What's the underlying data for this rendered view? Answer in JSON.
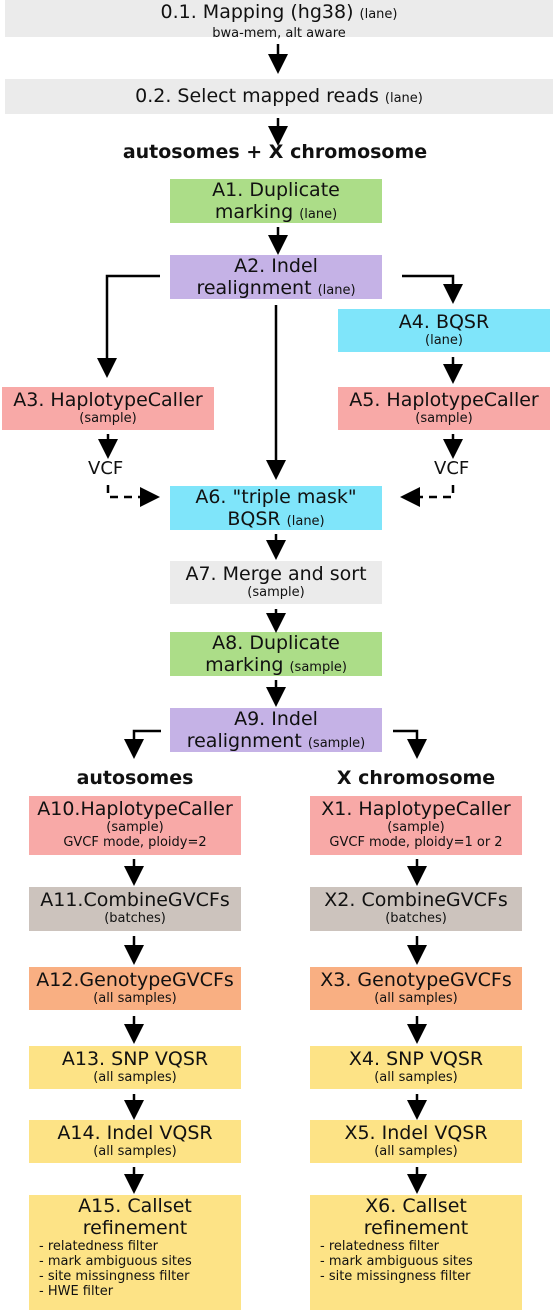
{
  "steps": {
    "s01": {
      "title": "0.1. Mapping (hg38)",
      "tag": "(lane)",
      "sub": "bwa-mem, alt aware"
    },
    "s02": {
      "title": "0.2. Select mapped reads",
      "tag": "(lane)"
    },
    "heading_top": "autosomes + X chromosome",
    "a1": {
      "line1": "A1. Duplicate",
      "line2": "marking",
      "tag": "(lane)"
    },
    "a2": {
      "line1": "A2. Indel",
      "line2": "realignment",
      "tag": "(lane)"
    },
    "a3": {
      "title": "A3. HaplotypeCaller",
      "sub": "(sample)"
    },
    "a4": {
      "title": "A4. BQSR",
      "sub": "(lane)"
    },
    "a5": {
      "title": "A5. HaplotypeCaller",
      "sub": "(sample)"
    },
    "vcf_left": "VCF",
    "vcf_right": "VCF",
    "a6": {
      "line1": "A6. \"triple mask\"",
      "line2": "BQSR",
      "tag": "(lane)"
    },
    "a7": {
      "title": "A7. Merge and sort",
      "sub": "(sample)"
    },
    "a8": {
      "line1": "A8. Duplicate",
      "line2": "marking",
      "tag": "(sample)"
    },
    "a9": {
      "line1": "A9. Indel",
      "line2": "realignment",
      "tag": "(sample)"
    },
    "heading_auto": "autosomes",
    "heading_x": "X chromosome",
    "a10": {
      "title": "A10.HaplotypeCaller",
      "sub": "(sample)",
      "sub2": "GVCF mode, ploidy=2"
    },
    "x1": {
      "title": "X1. HaplotypeCaller",
      "sub": "(sample)",
      "sub2": "GVCF mode, ploidy=1 or 2"
    },
    "a11": {
      "title": "A11.CombineGVCFs",
      "sub": "(batches)"
    },
    "x2": {
      "title": "X2. CombineGVCFs",
      "sub": "(batches)"
    },
    "a12": {
      "title": "A12.GenotypeGVCFs",
      "sub": "(all samples)"
    },
    "x3": {
      "title": "X3. GenotypeGVCFs",
      "sub": "(all samples)"
    },
    "a13": {
      "title": "A13. SNP VQSR",
      "sub": "(all samples)"
    },
    "x4": {
      "title": "X4. SNP VQSR",
      "sub": "(all samples)"
    },
    "a14": {
      "title": "A14. Indel VQSR",
      "sub": "(all samples)"
    },
    "x5": {
      "title": "X5. Indel VQSR",
      "sub": "(all samples)"
    },
    "a15": {
      "line1": "A15. Callset",
      "line2": "refinement",
      "items": [
        "- relatedness filter",
        "- mark ambiguous sites",
        "- site missingness filter",
        "- HWE filter"
      ]
    },
    "x6": {
      "line1": "X6. Callset",
      "line2": "refinement",
      "items": [
        "- relatedness filter",
        "- mark ambiguous sites",
        "- site missingness filter"
      ]
    }
  },
  "colors": {
    "gray": "#ebebeb",
    "green": "#acdd88",
    "purple": "#c5b2e6",
    "cyan": "#7fe5fa",
    "pink": "#f8a9a7",
    "taupe": "#ccc3bd",
    "orange": "#f9af82",
    "yellow": "#fde386"
  }
}
